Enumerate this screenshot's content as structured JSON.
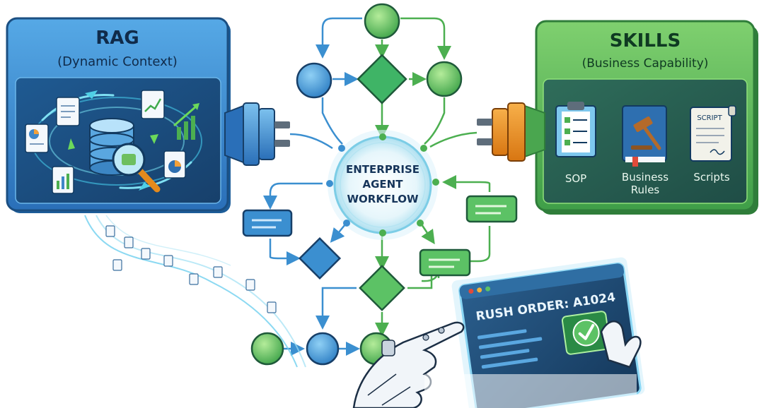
{
  "rag_panel": {
    "title": "RAG",
    "subtitle": "(Dynamic Context)"
  },
  "skills_panel": {
    "title": "SKILLS",
    "subtitle": "(Business Capability)",
    "items": [
      {
        "label_lines": [
          "SOP"
        ],
        "icon": "clipboard-checklist-icon"
      },
      {
        "label_lines": [
          "Business",
          "Rules"
        ],
        "icon": "gavel-book-icon"
      },
      {
        "label_lines": [
          "Scripts"
        ],
        "icon": "script-scroll-icon",
        "icon_text": "SCRIPT"
      }
    ]
  },
  "hub": {
    "lines": [
      "ENTERPRISE",
      "AGENT",
      "WORKFLOW"
    ]
  },
  "screen": {
    "order_text": "RUSH ORDER: A1024",
    "status_icon": "check-icon"
  },
  "colors": {
    "blue_primary": "#2f74c0",
    "blue_dark": "#1b4f82",
    "green_primary": "#4caf50",
    "green_dark": "#2f7d3a",
    "orange_plug": "#e8891c",
    "hub_glow": "#bfe6f4",
    "navy_text": "#16355a"
  }
}
